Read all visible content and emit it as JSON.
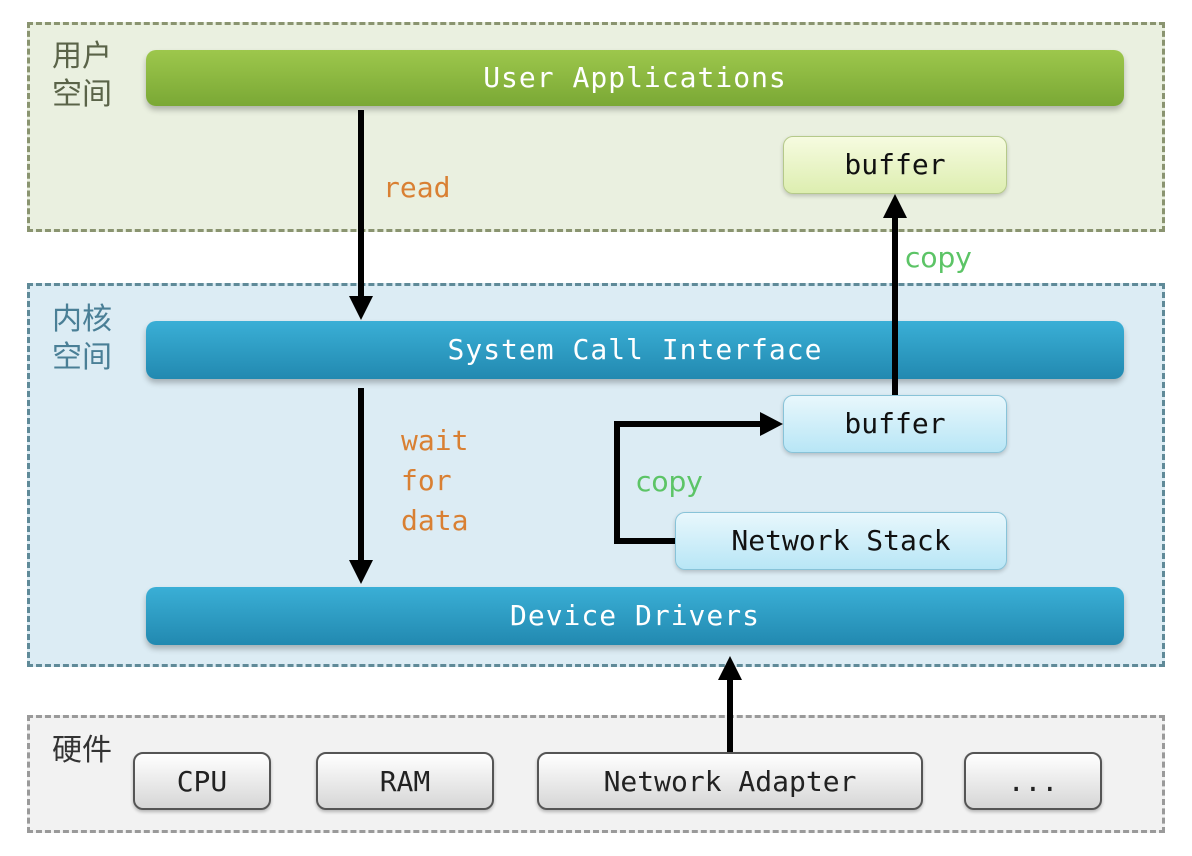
{
  "regions": {
    "user_space": {
      "label": "用户\n空间"
    },
    "kernel_space": {
      "label": "内核\n空间"
    },
    "hardware": {
      "label": "硬件"
    }
  },
  "layers": {
    "user_applications": "User Applications",
    "system_call_interface": "System Call Interface",
    "device_drivers": "Device Drivers"
  },
  "boxes": {
    "user_buffer": "buffer",
    "kernel_buffer": "buffer",
    "network_stack": "Network Stack"
  },
  "hardware_items": [
    "CPU",
    "RAM",
    "Network Adapter",
    "..."
  ],
  "annotations": {
    "read": "read",
    "wait_for_data": "wait\nfor\ndata",
    "copy_kernel_to_user": "copy",
    "copy_stack_to_buffer": "copy"
  },
  "colors": {
    "user_bar": "#8bb83f",
    "kernel_bar": "#2a9cc4",
    "annotation_orange": "#d98033",
    "annotation_green": "#5cc466"
  }
}
